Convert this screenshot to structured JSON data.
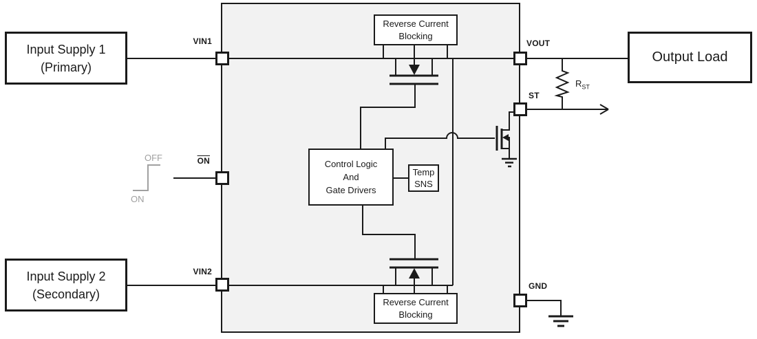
{
  "diagram": {
    "external_boxes": {
      "input_supply_1": {
        "line1": "Input Supply 1",
        "line2": "(Primary)"
      },
      "input_supply_2": {
        "line1": "Input Supply 2",
        "line2": "(Secondary)"
      },
      "output_load": {
        "label": "Output Load"
      }
    },
    "ic": {
      "blocks": {
        "rcb_top": {
          "line1": "Reverse Current",
          "line2": "Blocking"
        },
        "rcb_bottom": {
          "line1": "Reverse Current",
          "line2": "Blocking"
        },
        "control_logic": {
          "line1": "Control Logic",
          "line2": "And",
          "line3": "Gate Drivers"
        },
        "temp_sns": {
          "line1": "Temp",
          "line2": "SNS"
        }
      },
      "pins": {
        "vin1": "VIN1",
        "on": "ON",
        "vin2": "VIN2",
        "vout": "VOUT",
        "st": "ST",
        "gnd": "GND"
      }
    },
    "annotations": {
      "rst_name": "R",
      "rst_sub": "ST",
      "waveform_high": "OFF",
      "waveform_low": "ON"
    },
    "colors": {
      "line": "#1a1a1a",
      "ic_fill": "#f2f2f2",
      "waveform_gray": "#a0a0a0",
      "background": "#ffffff"
    }
  }
}
